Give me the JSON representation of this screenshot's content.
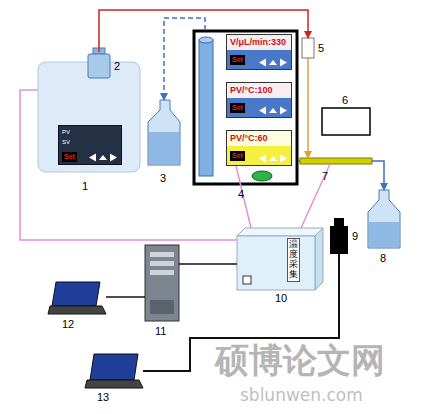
{
  "diagram": {
    "nodes": [
      {
        "text": [
          "1"
        ]
      },
      {
        "text": [
          "PV",
          "SV",
          "Set"
        ],
        "in": 0
      },
      {
        "text": [
          "2"
        ],
        "in": 0
      },
      {
        "text": [
          "3"
        ]
      },
      {
        "text": [
          "4"
        ]
      },
      {
        "text": [
          "V/μL/min:330",
          "Set"
        ],
        "in": 4
      },
      {
        "text": [
          "PV/°C:100",
          "Set"
        ],
        "in": 4
      },
      {
        "text": [
          "PV/°C:60",
          "Set"
        ],
        "in": 4
      },
      {
        "text": [
          "5"
        ]
      },
      {
        "text": [
          "6"
        ]
      },
      {
        "text": [
          "7"
        ]
      },
      {
        "text": [
          "8"
        ]
      },
      {
        "text": [
          "9"
        ]
      },
      {
        "text": [
          "温度采集",
          "10"
        ]
      },
      {
        "text": [
          "11"
        ]
      },
      {
        "text": [
          "12"
        ]
      },
      {
        "text": [
          "13"
        ]
      }
    ],
    "edges": [
      {
        "from": 2,
        "to": 8,
        "arrow": "to"
      },
      {
        "from": 4,
        "to": 3,
        "arrow": "to"
      },
      {
        "from": 4,
        "to": 10,
        "arrow": "none"
      },
      {
        "from": 8,
        "to": 10,
        "arrow": "to"
      },
      {
        "from": 10,
        "to": 11,
        "arrow": "to"
      },
      {
        "from": 13,
        "to": 0,
        "arrow": "none"
      },
      {
        "from": 13,
        "to": 7,
        "arrow": "none"
      },
      {
        "from": 13,
        "to": 10,
        "arrow": "none"
      },
      {
        "from": 13,
        "to": 14,
        "arrow": "none"
      },
      {
        "from": 14,
        "to": 15,
        "arrow": "none"
      },
      {
        "from": 12,
        "to": 16,
        "arrow": "none"
      }
    ],
    "labels": [
      "硕博论文网",
      "sblunwen.com"
    ]
  }
}
